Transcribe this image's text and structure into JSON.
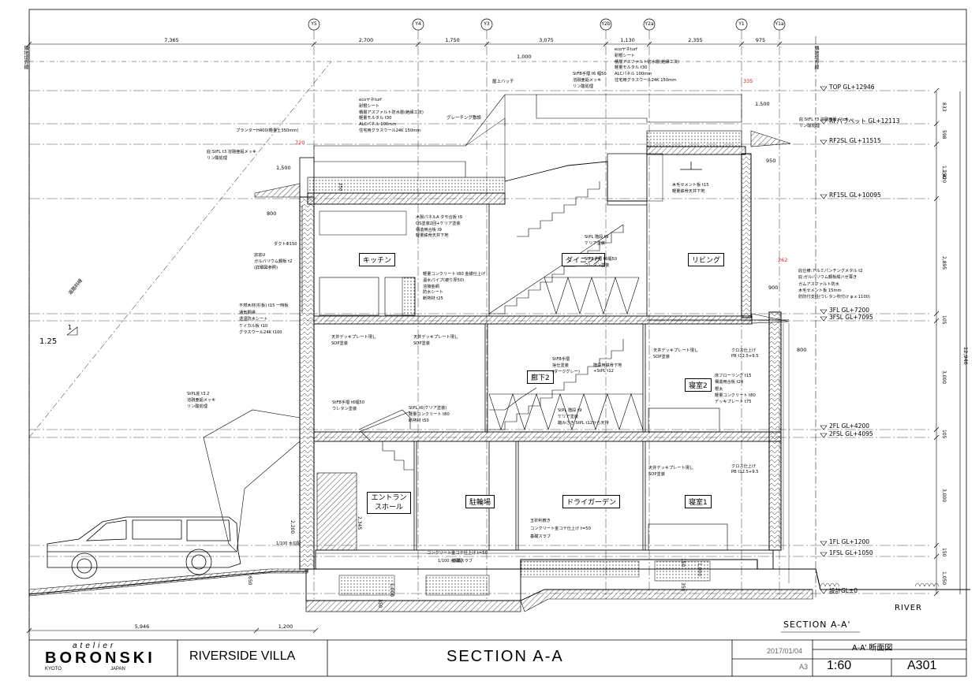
{
  "title_block": {
    "brand_top": "atelier",
    "brand_name": "BORONSKI",
    "brand_city": "KYOTO",
    "brand_country": "JAPAN",
    "project": "RIVERSIDE VILLA",
    "sheet_title": "SECTION A-A",
    "date": "2017/01/04",
    "paper": "A3",
    "drawing_name": "A-A' 断面図",
    "scale": "1:60",
    "sheet_no": "A301"
  },
  "grid_axes": [
    "Y5",
    "Y4",
    "Y3",
    "Y2b",
    "Y2a",
    "Y1",
    "Y1a"
  ],
  "top_dimensions": [
    "7,365",
    "2,700",
    "1,750",
    "3,075",
    "1,130",
    "2,355",
    "975"
  ],
  "levels": [
    "TOP GL+12946",
    "RFパラペット GL+12113",
    "RF2SL GL+11515",
    "RF1SL GL+10095",
    "3FL GL+7200",
    "3FSL GL+7095",
    "2FL GL+4200",
    "2FSL GL+4095",
    "1FL GL+1200",
    "1FSL GL+1050",
    "設計GL±0"
  ],
  "right_dimensions": [
    "833",
    "598",
    "1,420",
    "2,895",
    "105",
    "3,000",
    "105",
    "3,000",
    "150",
    "1,050",
    "12,946"
  ],
  "bottom_dimensions": [
    "5,946",
    "1,200"
  ],
  "rooms": [
    "キッチン",
    "ダイニング",
    "リビング",
    "廊下2",
    "寝室2",
    "エントランスホール",
    "駐輪場",
    "ドライガーデン",
    "寝室1"
  ],
  "section_label": "SECTION A-A'",
  "river_label": "RIVER",
  "slope": {
    "num": "1",
    "den": "1.25"
  },
  "left_labels": [
    "隣地境界線",
    "道路斜線"
  ],
  "right_labels": [
    "隣地境界線"
  ],
  "annotations": {
    "roof_left": [
      "ecoヤネturf",
      "耐根シート",
      "積層アスファルト防水層(絶縁工法)",
      "軽量モルタル t30",
      "ALCパネル 100mm",
      "住宅用グラスウール24K 150mm"
    ],
    "planter": "プランターH400(軽量土350mm)",
    "eave_left": [
      "庇:StFL t3 溶融亜鉛メッキ",
      "リン酸処理"
    ],
    "hatch": "屋上ハッチ",
    "grating": "グレーチング敷設",
    "handrail_top": [
      "StFB手摺 t6 幅50",
      "溶融亜鉛メッキ",
      "リン酸処理"
    ],
    "roof_right": [
      "ecoヤネturf",
      "耐根シート",
      "積層アスファルト防水層(絶縁工法)",
      "軽量モルタル t30",
      "ALCパネル 100mm",
      "住宅用グラスウール24K 150mm"
    ],
    "eave_right": [
      "庇:StFL t3 溶融亜鉛メッキ",
      "リン酸処理"
    ],
    "ceiling_right": [
      "木毛セメント板 t15",
      "軽量鉄骨天井下地"
    ],
    "ceiling_3f": [
      "木製パネルA タモ合板 t9",
      "OS塗装2回+ケリア塗装",
      "構造用合板 t9",
      "軽量鉄骨天井下地"
    ],
    "stair_3f": [
      "StPL 階段 t9",
      "ケリア塗装"
    ],
    "handrail_3f": [
      "StFB手摺 t6幅50",
      "ウレタン塗装"
    ],
    "floor_3f": [
      "軽量コンクリート t80 金鏝仕上げ",
      "温水パイプ(被り厚50)",
      "溶接金網",
      "防水シート",
      "断熱材 t25"
    ],
    "duct": "ダクトΦ150",
    "window_left": [
      "窓窓U",
      "ガルバリウム鋼板 t2",
      "(詳細図参照)"
    ],
    "wall_left": [
      "不燃木材(杉板) t15 一時板",
      "通気胴縁",
      "透湿防水シート",
      "ケイカル板 t10",
      "グラスウール24K t100"
    ],
    "facade_right": [
      "庇仕様:アルミパンチングメタル t2",
      "庇:ガルバリウム鋼板縦ハゼ葺き",
      "ガムアスファルト防水",
      "木毛セメント板 15mm",
      "防防付支柱(ウレタン吹付け φ x 1100)"
    ],
    "ceiling_2f_a": [
      "天井デッキプレート現し",
      "SOP塗装"
    ],
    "ceiling_2f_b": [
      "天井デッキプレート現し",
      "SOP塗装"
    ],
    "handrail_2f": [
      "StFB手摺",
      "捨仕塗装",
      "(ダークグレー)"
    ],
    "stair_base": [
      "階段用鉄骨下地",
      "+StPL t12"
    ],
    "ceiling_2f_c": [
      "天井デッキプレート現し",
      "SOP塗装"
    ],
    "cross_2f": [
      "クロス仕上げ",
      "PB t12.5+9.5"
    ],
    "floor_2f": [
      "床フローリング t15",
      "構造用合板 t24",
      "根太",
      "軽量コンクリート t80",
      "デッキプレート t75"
    ],
    "handrail_1f": [
      "StFB手摺 t6幅50",
      "ウレタン塗装"
    ],
    "floor_2f_l": [
      "StPL t6(ケリア塗装)",
      "軽量コンクリート t80",
      "断熱材 t50"
    ],
    "stair_2f": [
      "StPL 階段 t9",
      "ケリア塗装",
      "踏みさき StPL t12から天持"
    ],
    "eave_1f": [
      "StPL庇 t3.2",
      "溶融亜鉛メッキ",
      "リン酸処理"
    ],
    "ceiling_1f": [
      "天井デッキプレート現し",
      "SOP塗装"
    ],
    "cross_1f": [
      "クロス仕上げ",
      "PB t12.5+9.5"
    ],
    "garden": [
      "玉砂利敷き",
      "コンクリート金コテ仕上げ t=50",
      "基礎スラブ"
    ],
    "floor_1f": "コンクリート金コテ仕上げ t=50",
    "slab": "基礎スラブ",
    "slope_note": "1/100 水勾配",
    "slope_note2": "1/100 水勾配"
  },
  "misc_dims": {
    "d1000": "1,000",
    "d1500_top": "1,500",
    "d1500_left": "1,500",
    "d800_left": "800",
    "d800_right": "800",
    "d950": "950",
    "d900": "900",
    "d335": "335",
    "d720": "720",
    "d262": "262",
    "d250": "250",
    "d2200": "2,200",
    "d2345": "2,345",
    "d650": "650",
    "d1000b": "1,000",
    "d350": "350",
    "d150": "150",
    "d1000c": "1,000",
    "d350b": "350",
    "d1250": "1,250"
  },
  "colors": {
    "line": "#000000",
    "red": "#d62020",
    "gray": "#666666"
  }
}
